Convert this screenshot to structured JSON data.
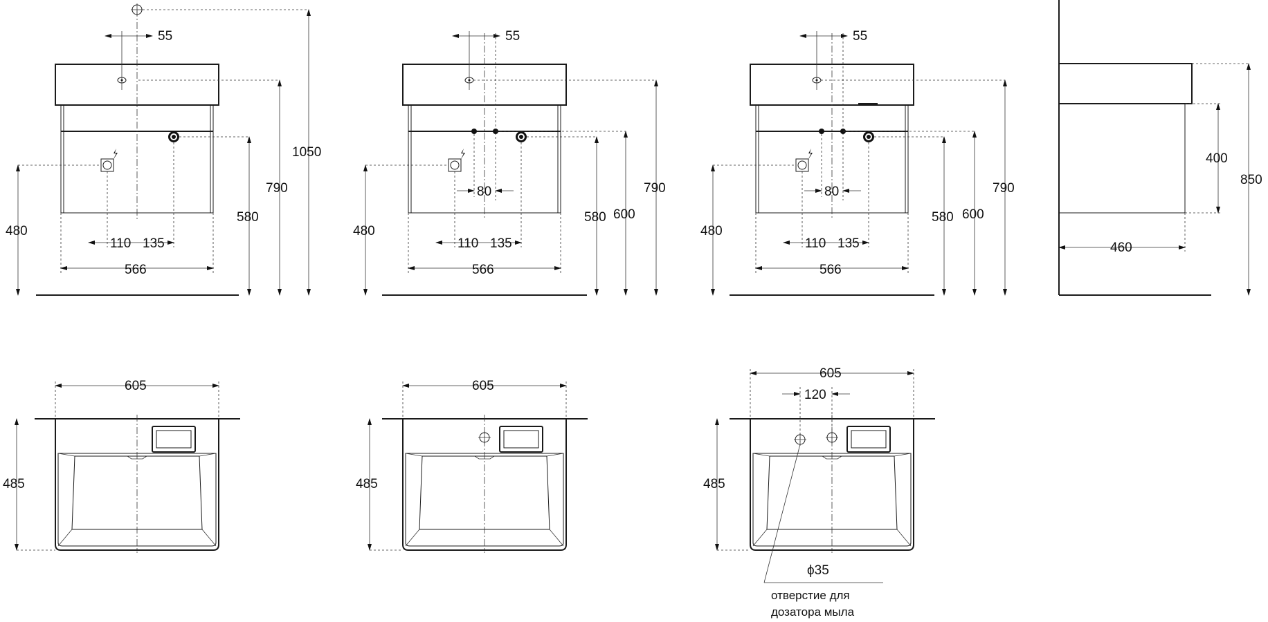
{
  "front_views": [
    {
      "hole_offset": "55",
      "left_height": "480",
      "mid_height": "580",
      "sink_height": "790",
      "total_height": "1050",
      "dim_left": "110",
      "dim_right": "135",
      "width": "566"
    },
    {
      "hole_offset": "55",
      "left_height": "480",
      "mid_height": "580",
      "mid_height_2": "600",
      "sink_height": "790",
      "pipe_spacing": "80",
      "dim_left": "110",
      "dim_right": "135",
      "width": "566"
    },
    {
      "hole_offset": "55",
      "left_height": "480",
      "mid_height": "580",
      "mid_height_2": "600",
      "sink_height": "790",
      "pipe_spacing": "80",
      "dim_left": "110",
      "dim_right": "135",
      "width": "566"
    }
  ],
  "side_view": {
    "cabinet_height": "400",
    "total_height": "850",
    "depth": "460"
  },
  "top_views": [
    {
      "width": "605",
      "depth": "485"
    },
    {
      "width": "605",
      "depth": "485"
    },
    {
      "width": "605",
      "depth": "485",
      "hole_spacing": "120",
      "hole_diameter": "ϕ35",
      "note_line1": "отверстие для",
      "note_line2": "дозатора мыла"
    }
  ],
  "icons": [
    "electric-outlet-icon",
    "faucet-hole-icon",
    "drain-icon"
  ]
}
